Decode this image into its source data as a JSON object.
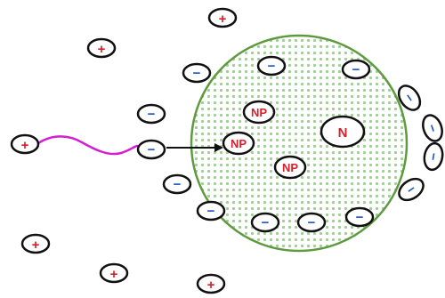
{
  "diagram": {
    "colors": {
      "positive": "#d6202a",
      "negative": "#1f56c8",
      "cell_stroke": "#5e9b3f",
      "cell_dots": "#9fcf93",
      "outline": "#111111",
      "tether": "#d31ed1",
      "arrow": "#111111",
      "label_text": "#d6202a"
    },
    "signs": {
      "positive": "+",
      "negative": "−"
    },
    "labels": {
      "nucleus": "N",
      "particle_1": "NP",
      "particle_2": "NP",
      "particle_3": "NP"
    }
  }
}
